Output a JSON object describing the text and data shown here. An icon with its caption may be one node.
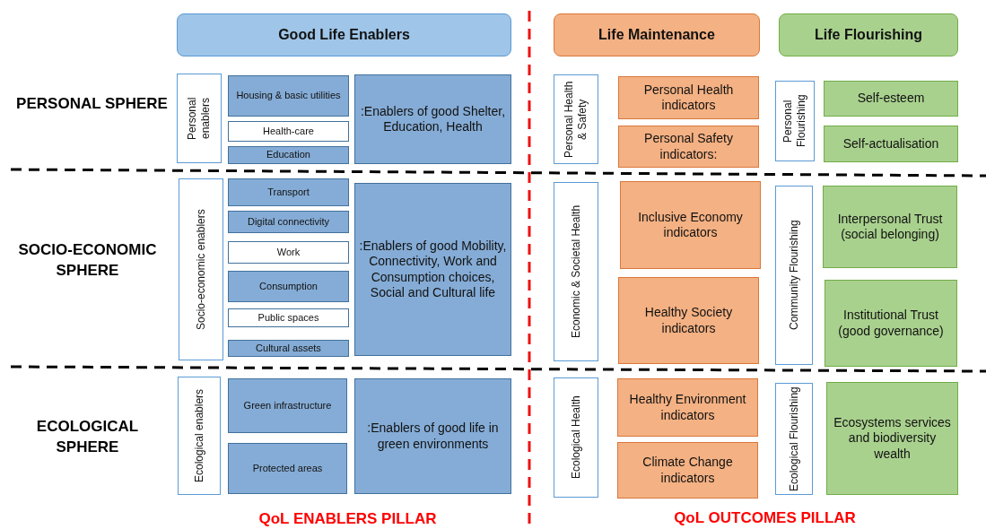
{
  "diagram": {
    "nodes": [
      {
        "text": [
          "Good Life Enablers"
        ]
      },
      {
        "text": [
          "Life Maintenance"
        ]
      },
      {
        "text": [
          "Life Flourishing"
        ]
      },
      {
        "text": [
          "Personal enablers"
        ]
      },
      {
        "text": [
          "Housing & basic utilities"
        ]
      },
      {
        "text": [
          "Health-care"
        ]
      },
      {
        "text": [
          "Education"
        ]
      },
      {
        "text": [
          ":Enablers of good Shelter, Education, Health"
        ]
      },
      {
        "text": [
          "Personal Health & Safety"
        ]
      },
      {
        "text": [
          "Personal Health indicators"
        ]
      },
      {
        "text": [
          "Personal Safety indicators:"
        ]
      },
      {
        "text": [
          "Personal Flourishing"
        ]
      },
      {
        "text": [
          "Self-esteem"
        ]
      },
      {
        "text": [
          "Self-actualisation"
        ]
      },
      {
        "text": [
          "Socio-economic enablers"
        ]
      },
      {
        "text": [
          "Transport"
        ]
      },
      {
        "text": [
          "Digital connectivity"
        ]
      },
      {
        "text": [
          "Work"
        ]
      },
      {
        "text": [
          "Consumption"
        ]
      },
      {
        "text": [
          "Public spaces"
        ]
      },
      {
        "text": [
          "Cultural assets"
        ]
      },
      {
        "text": [
          ":Enablers of good Mobility, Connectivity, Work and Consumption choices, Social and Cultural life"
        ]
      },
      {
        "text": [
          "Economic & Societal Health"
        ]
      },
      {
        "text": [
          "Inclusive Economy indicators"
        ]
      },
      {
        "text": [
          "Healthy Society indicators"
        ]
      },
      {
        "text": [
          "Community Flourishing"
        ]
      },
      {
        "text": [
          "Interpersonal Trust (social belonging)"
        ]
      },
      {
        "text": [
          "Institutional Trust (good governance)"
        ]
      },
      {
        "text": [
          "Ecological enablers"
        ]
      },
      {
        "text": [
          "Green infrastructure"
        ]
      },
      {
        "text": [
          "Protected areas"
        ]
      },
      {
        "text": [
          ":Enablers of good life in green environments"
        ]
      },
      {
        "text": [
          "Ecological Health"
        ]
      },
      {
        "text": [
          "Healthy Environment indicators"
        ]
      },
      {
        "text": [
          "Climate Change indicators"
        ]
      },
      {
        "text": [
          "Ecological Flourishing"
        ]
      },
      {
        "text": [
          "Ecosystems services and biodiversity wealth"
        ]
      }
    ],
    "labels": [
      "PERSONAL SPHERE",
      "SOCIO-ECONOMIC SPHERE",
      "ECOLOGICAL SPHERE",
      "QoL ENABLERS PILLAR",
      "QoL OUTCOMES PILLAR"
    ]
  }
}
